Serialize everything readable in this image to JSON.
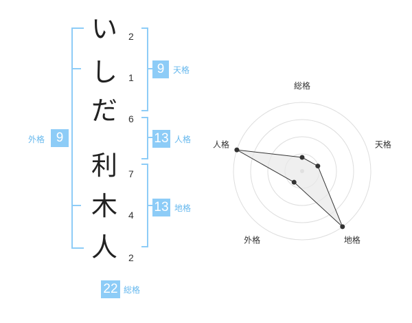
{
  "name_chars": [
    {
      "char": "い",
      "strokes": "2"
    },
    {
      "char": "し",
      "strokes": "1"
    },
    {
      "char": "だ",
      "strokes": "6"
    },
    {
      "char": "利",
      "strokes": "7"
    },
    {
      "char": "木",
      "strokes": "4"
    },
    {
      "char": "人",
      "strokes": "2"
    }
  ],
  "kakusu": {
    "tenkaku": {
      "value": "9",
      "label": "天格"
    },
    "jinkaku": {
      "value": "13",
      "label": "人格"
    },
    "chikaku": {
      "value": "13",
      "label": "地格"
    },
    "gaikaku": {
      "value": "9",
      "label": "外格"
    },
    "soukaku": {
      "value": "22",
      "label": "総格"
    }
  },
  "radar": {
    "axes": [
      "総格",
      "天格",
      "地格",
      "外格",
      "人格"
    ],
    "values": [
      0.2,
      0.24,
      1.0,
      0.2,
      1.0
    ],
    "colors": {
      "grid": "#dddddd",
      "fill": "#e8e8e8",
      "line": "#333333",
      "point": "#333333"
    }
  },
  "colors": {
    "accent": "#8dccf7",
    "accent_text": "#66b8ee"
  }
}
